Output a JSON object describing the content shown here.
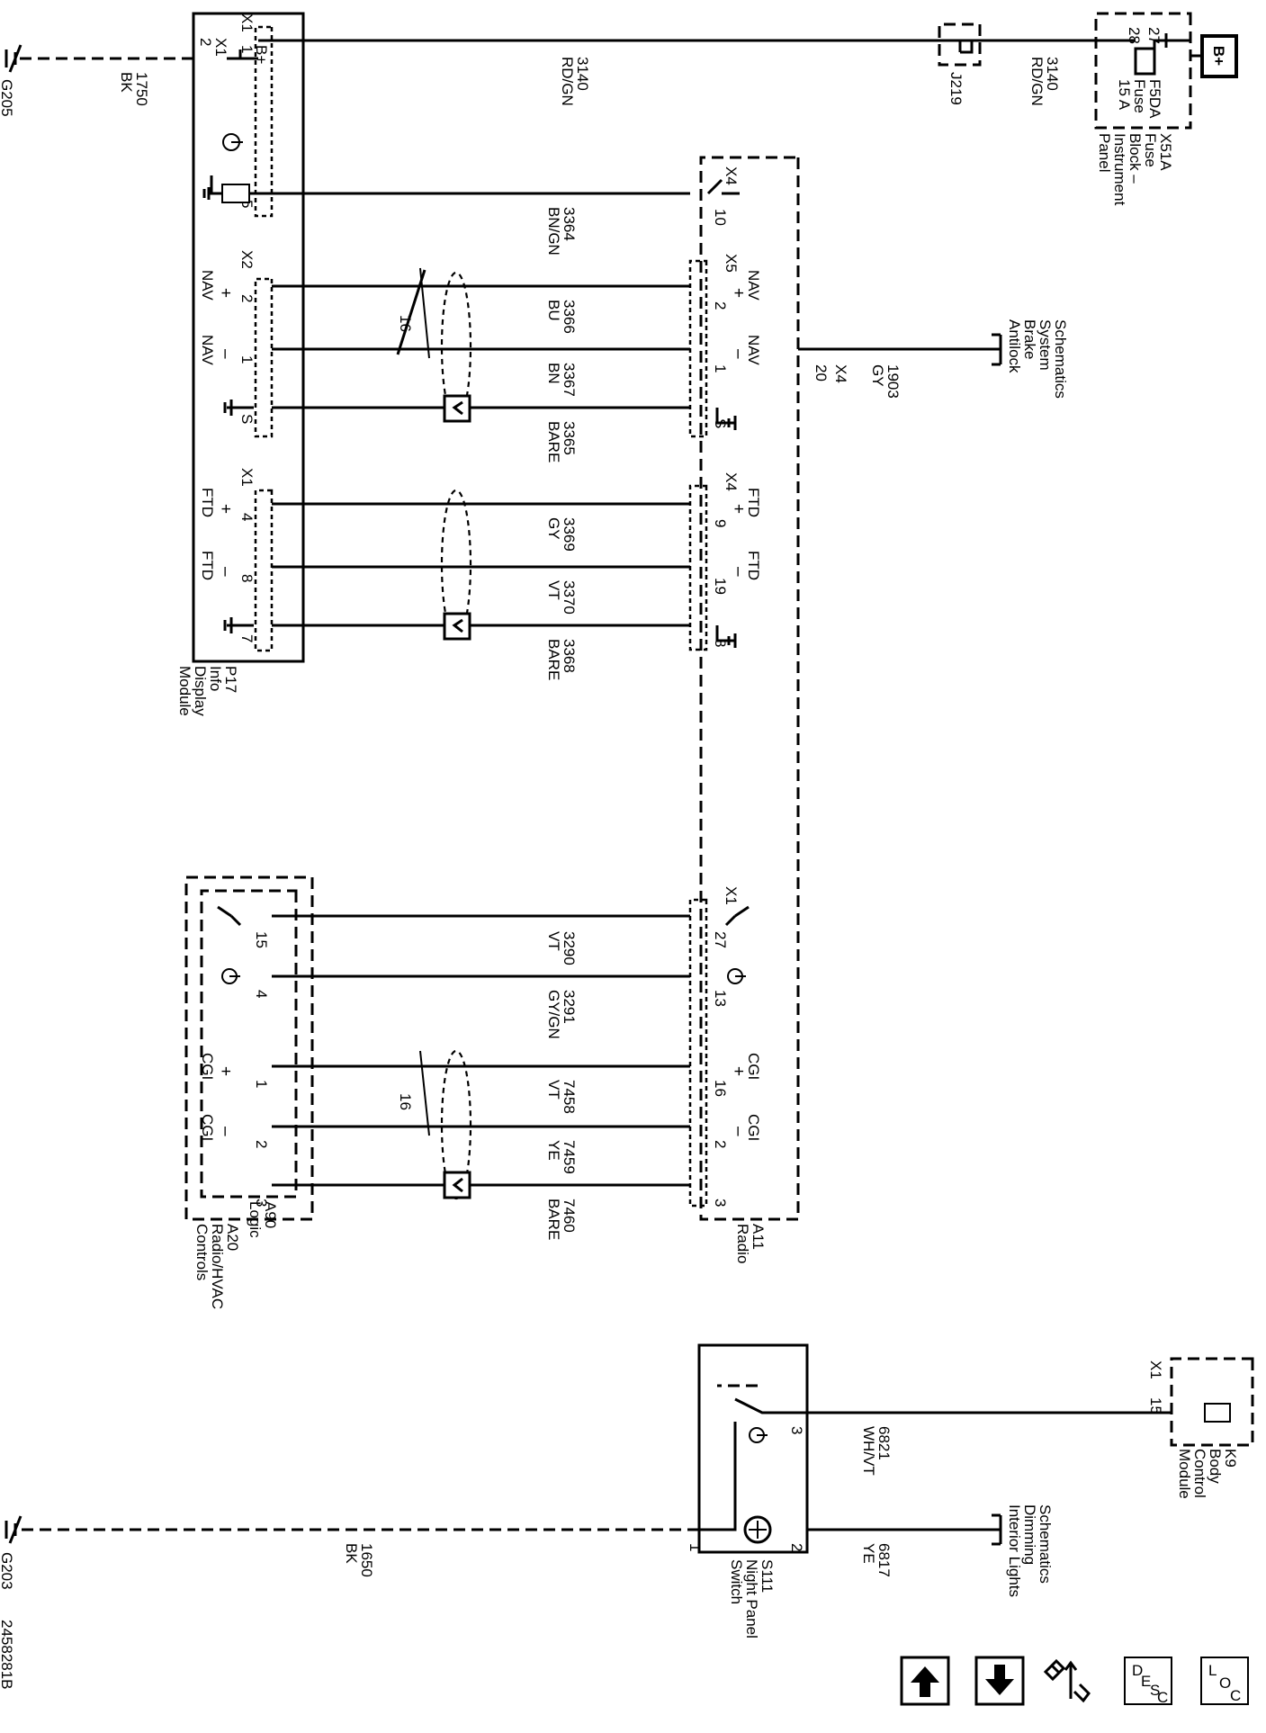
{
  "diagram_number": "2458281B",
  "power": {
    "label": "B+"
  },
  "fuse_block": {
    "name": "X51A",
    "title_lines": [
      "Fuse",
      "Block –",
      "Instrument",
      "Panel"
    ],
    "fuse_name": "F5DA",
    "fuse_type": "Fuse",
    "fuse_rating": "15 A",
    "pin_in": "27",
    "pin_out": "28"
  },
  "splice": {
    "name": "J219"
  },
  "grounds": {
    "g205": "G205",
    "g203": "G203"
  },
  "modules": {
    "p17": {
      "lines": [
        "P17",
        "Info",
        "Display",
        "Module"
      ]
    },
    "a11": {
      "lines": [
        "A11",
        "Radio"
      ]
    },
    "a20": {
      "lines": [
        "A20",
        "Radio/HVAC",
        "Controls"
      ]
    },
    "a90": {
      "lines": [
        "A90",
        "Logic"
      ]
    },
    "k9": {
      "lines": [
        "K9",
        "Body",
        "Control",
        "Module"
      ]
    },
    "s111": {
      "lines": [
        "S111",
        "Night Panel",
        "Switch"
      ]
    }
  },
  "refs": {
    "abs": [
      "Antilock",
      "Brake",
      "System",
      "Schematics"
    ],
    "dimming": [
      "Interior Lights",
      "Dimming",
      "Schematics"
    ]
  },
  "wires": [
    {
      "id": "w3140a",
      "circuit": "3140",
      "color": "RD/GN"
    },
    {
      "id": "w3140b",
      "circuit": "3140",
      "color": "RD/GN"
    },
    {
      "id": "w1750",
      "circuit": "1750",
      "color": "BK"
    },
    {
      "id": "w3364",
      "circuit": "3364",
      "color": "BN/GN"
    },
    {
      "id": "w3366",
      "circuit": "3366",
      "color": "BU"
    },
    {
      "id": "w3367",
      "circuit": "3367",
      "color": "BN"
    },
    {
      "id": "w3365",
      "circuit": "3365",
      "color": "BARE"
    },
    {
      "id": "w1903",
      "circuit": "1903",
      "color": "GY"
    },
    {
      "id": "w3369",
      "circuit": "3369",
      "color": "GY"
    },
    {
      "id": "w3370",
      "circuit": "3370",
      "color": "VT"
    },
    {
      "id": "w3368",
      "circuit": "3368",
      "color": "BARE"
    },
    {
      "id": "w3290",
      "circuit": "3290",
      "color": "VT"
    },
    {
      "id": "w3291",
      "circuit": "3291",
      "color": "GY/GN"
    },
    {
      "id": "w7458",
      "circuit": "7458",
      "color": "VT"
    },
    {
      "id": "w7459",
      "circuit": "7459",
      "color": "YE"
    },
    {
      "id": "w7460",
      "circuit": "7460",
      "color": "BARE"
    },
    {
      "id": "w6821",
      "circuit": "6821",
      "color": "WH/VT"
    },
    {
      "id": "w6817",
      "circuit": "6817",
      "color": "YE"
    },
    {
      "id": "w1650",
      "circuit": "1650",
      "color": "BK"
    }
  ],
  "connectors": {
    "p17_x1": "X1",
    "p17_x1b": "X1",
    "p17_x2": "X2",
    "p17_x1c": "X1",
    "a11_x4": "X4",
    "a11_x5": "X5",
    "a11_x4b": "X4",
    "a11_x4c": "X4",
    "a11_x1": "X1",
    "k9_x1": "X1"
  },
  "signals": {
    "nav": "NAV",
    "ftd": "FTD",
    "cgi": "CGI",
    "plus": "+",
    "minus": "–",
    "bplus": "B+",
    "shield": "S"
  },
  "pins": {
    "p17_g": "2",
    "p17_bp": "1",
    "p17_5": "5",
    "p17_nav_p": "2",
    "p17_nav_m": "1",
    "p17_s": "S",
    "p17_ftd_p": "4",
    "p17_ftd_m": "8",
    "p17_ftd_s": "7",
    "a11_10": "10",
    "a11_nav_p": "2",
    "a11_nav_m": "1",
    "a11_s": "S",
    "a11_20": "20",
    "a11_ftd_p": "9",
    "a11_ftd_m": "19",
    "a11_ftd_s": "8",
    "a11_27": "27",
    "a11_13": "13",
    "a11_16": "16",
    "a11_2": "2",
    "a11_3": "3",
    "a20_15": "15",
    "a20_4": "4",
    "a20_1": "1",
    "a20_2": "2",
    "a20_3": "3",
    "s111_3": "3",
    "s111_2": "2",
    "s111_1": "1",
    "k9_15": "15",
    "twist1": "16",
    "twist2": "16"
  },
  "nav_buttons": {
    "up": "up-arrow",
    "down": "down-arrow",
    "help": "component-locator",
    "desc_label": [
      "D",
      "E",
      "S",
      "C"
    ],
    "loc_label": [
      "L",
      "O",
      "C"
    ]
  }
}
